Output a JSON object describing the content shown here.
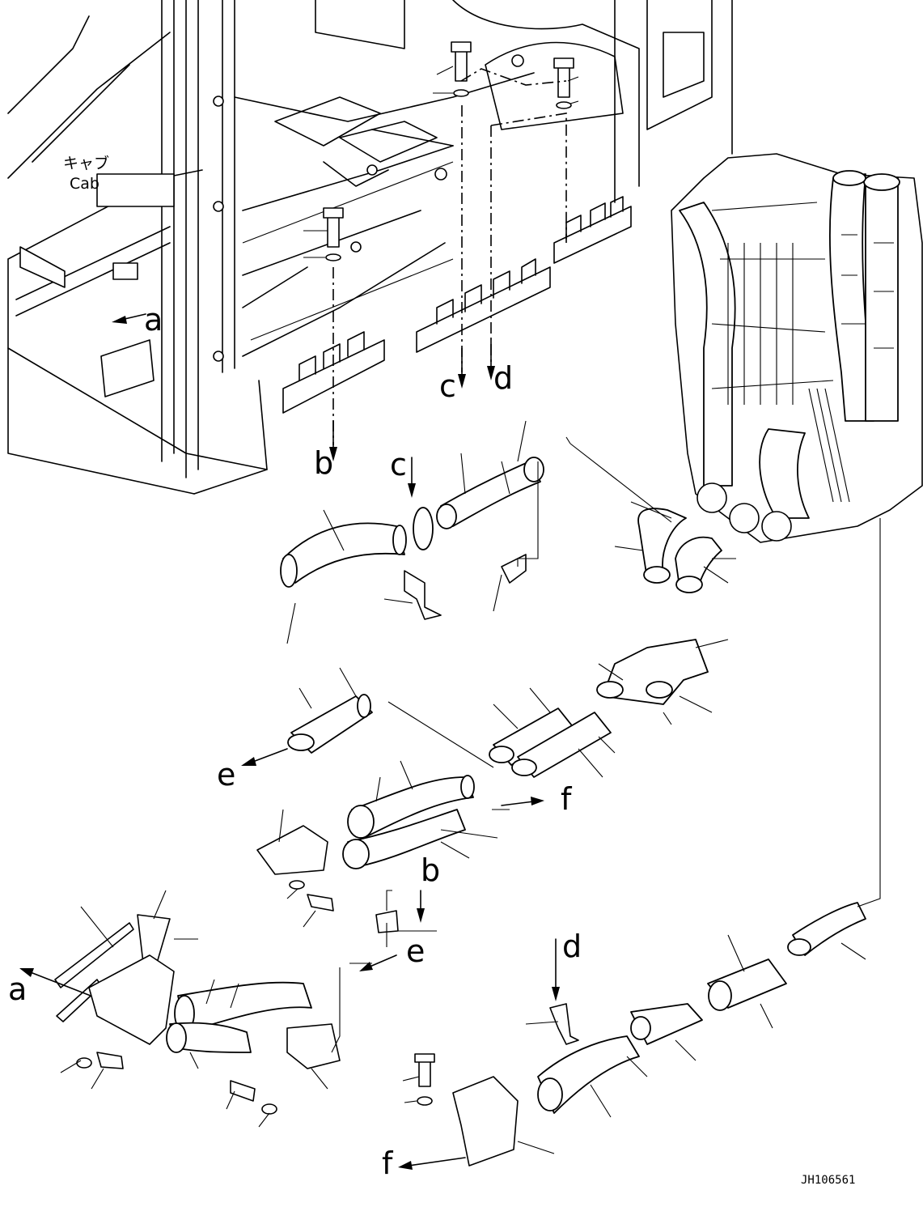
{
  "labels": {
    "cab_jp": "キャブ",
    "cab_en": "Cab",
    "a": "a",
    "b": "b",
    "c": "c",
    "d": "d",
    "e": "e",
    "f": "f"
  },
  "drawing_code": "JH106561"
}
